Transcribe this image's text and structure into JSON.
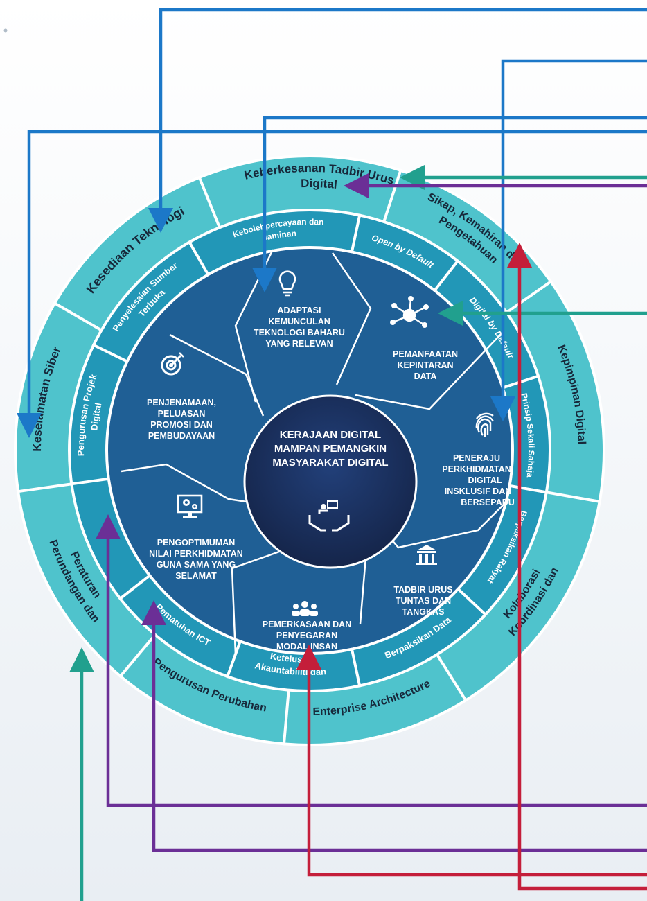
{
  "center": {
    "lines": [
      "KERAJAAN DIGITAL",
      "MAMPAN PEMANGKIN",
      "MASYARAKAT DIGITAL"
    ],
    "icon": "hands-presentation-icon"
  },
  "outer_ring": [
    {
      "key": "kebersanan",
      "text": "Keberkesanan Tadbir Urus",
      "text2": "Digital"
    },
    {
      "key": "sikap",
      "text": "Sikap, Kemahiran dan",
      "text2": "Pengetahuan"
    },
    {
      "key": "kepimpinan",
      "text": "Kepimpinan Digital"
    },
    {
      "key": "koordinasi",
      "text": "Koordinasi dan",
      "text2": "Kolaborasi"
    },
    {
      "key": "enterprise",
      "text": "Enterprise Architecture"
    },
    {
      "key": "perubahan",
      "text": "Pengurusan Perubahan"
    },
    {
      "key": "perundangan",
      "text": "Perundangan dan",
      "text2": "Peraturan"
    },
    {
      "key": "keselamatan",
      "text": "Keselamatan Siber"
    },
    {
      "key": "kesediaan",
      "text": "Kesediaan Teknologi"
    }
  ],
  "middle_ring": [
    {
      "key": "kebolehpercayaan",
      "text": "Kebolehpercayaan dan",
      "text2": "Jaminan"
    },
    {
      "key": "open",
      "text": "Open by Default",
      "italic": true
    },
    {
      "key": "digital_default",
      "text": "Digital by Default",
      "italic": true
    },
    {
      "key": "prinsip",
      "text": "Prinsip Sekali Sahaja"
    },
    {
      "key": "rakyat",
      "text": "Berpaksikan Rakyat"
    },
    {
      "key": "data",
      "text": "Berpaksikan Data"
    },
    {
      "key": "akauntabiliti",
      "text": "Akauntabiliti dan",
      "text2": "Ketelusan"
    },
    {
      "key": "pematuhan",
      "text": "Pematuhan ICT"
    },
    {
      "key": "projek",
      "text": "Pengurusan Projek",
      "text2": "Digital"
    },
    {
      "key": "sumber",
      "text": "Penyelesaian Sumber",
      "text2": "Terbuka"
    }
  ],
  "inner_segments": [
    {
      "key": "adaptasi",
      "icon": "lightbulb-icon",
      "lines": [
        "ADAPTASI",
        "KEMUNCULAN",
        "TEKNOLOGI BAHARU",
        "YANG RELEVAN"
      ]
    },
    {
      "key": "data",
      "icon": "network-hub-icon",
      "lines": [
        "PEMANFAATAN",
        "KEPINTARAN",
        "DATA"
      ]
    },
    {
      "key": "peneraju",
      "icon": "fingerprint-icon",
      "lines": [
        "PENERAJU",
        "PERKHIDMATAN",
        "DIGITAL",
        "INSKLUSIF DAN",
        "BERSEPADU"
      ]
    },
    {
      "key": "tadbir",
      "icon": "government-building-icon",
      "lines": [
        "TADBIR URUS",
        "TUNTAS DAN",
        "TANGKAS"
      ]
    },
    {
      "key": "modal",
      "icon": "team-people-icon",
      "lines": [
        "PEMERKASAAN DAN",
        "PENYEGARAN",
        "MODAL INSAN"
      ]
    },
    {
      "key": "optimum",
      "icon": "monitor-gears-icon",
      "lines": [
        "PENGOPTIMUMAN",
        "NILAI PERKHIDMATAN",
        "GUNA SAMA YANG",
        "SELAMAT"
      ]
    },
    {
      "key": "penjenamaan",
      "icon": "target-dart-icon",
      "lines": [
        "PENJENAMAAN,",
        "PELUASAN",
        "PROMOSI DAN",
        "PEMBUDAYAAN"
      ]
    }
  ],
  "colors": {
    "outer_ring": "#4fc3cc",
    "middle_ring": "#2297b7",
    "inner_panel": "#1f5f95",
    "center": "#1a2e57",
    "connector_blue": "#1c78c8",
    "connector_teal": "#21a08e",
    "connector_purple": "#6b2f96",
    "connector_red": "#c41e3a"
  }
}
